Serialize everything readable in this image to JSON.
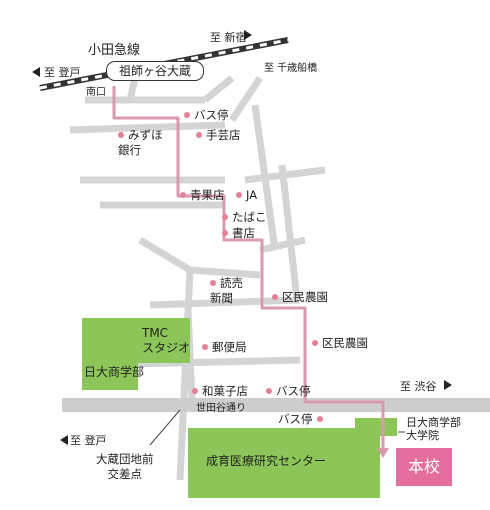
{
  "railway": {
    "line_name": "小田急線",
    "station_name": "祖師ヶ谷大蔵",
    "to_shinjuku": "至 新宿",
    "to_noborito": "至 登戸",
    "exit_label": "南口"
  },
  "roads": {
    "to_chitose_funabashi": "至 千歳船橋",
    "to_shibuya": "至 渋谷",
    "to_noborito_lower": "至 登戸",
    "setagaya_dori": "世田谷通り"
  },
  "pois": {
    "bus_stop_1": "バス停",
    "mizuho_bank": "みずほ\n銀行",
    "handicraft_shop": "手芸店",
    "greengrocer": "青果店",
    "ja": "JA",
    "tobacco": "たばこ",
    "bookstore": "書店",
    "yomiuri": "読売\n新聞",
    "farm_1": "区民農園",
    "farm_2": "区民農園",
    "post_office": "郵便局",
    "confectionery": "和菓子店",
    "bus_stop_2": "バス停",
    "bus_stop_3": "バス停"
  },
  "areas": {
    "tmc_studio": "TMC\nスタジオ",
    "nichidai_commerce": "日大商学部",
    "seiiku_center": "成育医療研究センター",
    "grad_school": "日大商学部\n大学院",
    "honko": "本校"
  },
  "intersection": "大蔵団地前\n交差点",
  "colors": {
    "route": "#d99ab0",
    "poi_dot": "#e58097",
    "green_area": "#8cc659",
    "road": "#cfcfcf",
    "honko_bg": "#e46f9c"
  }
}
